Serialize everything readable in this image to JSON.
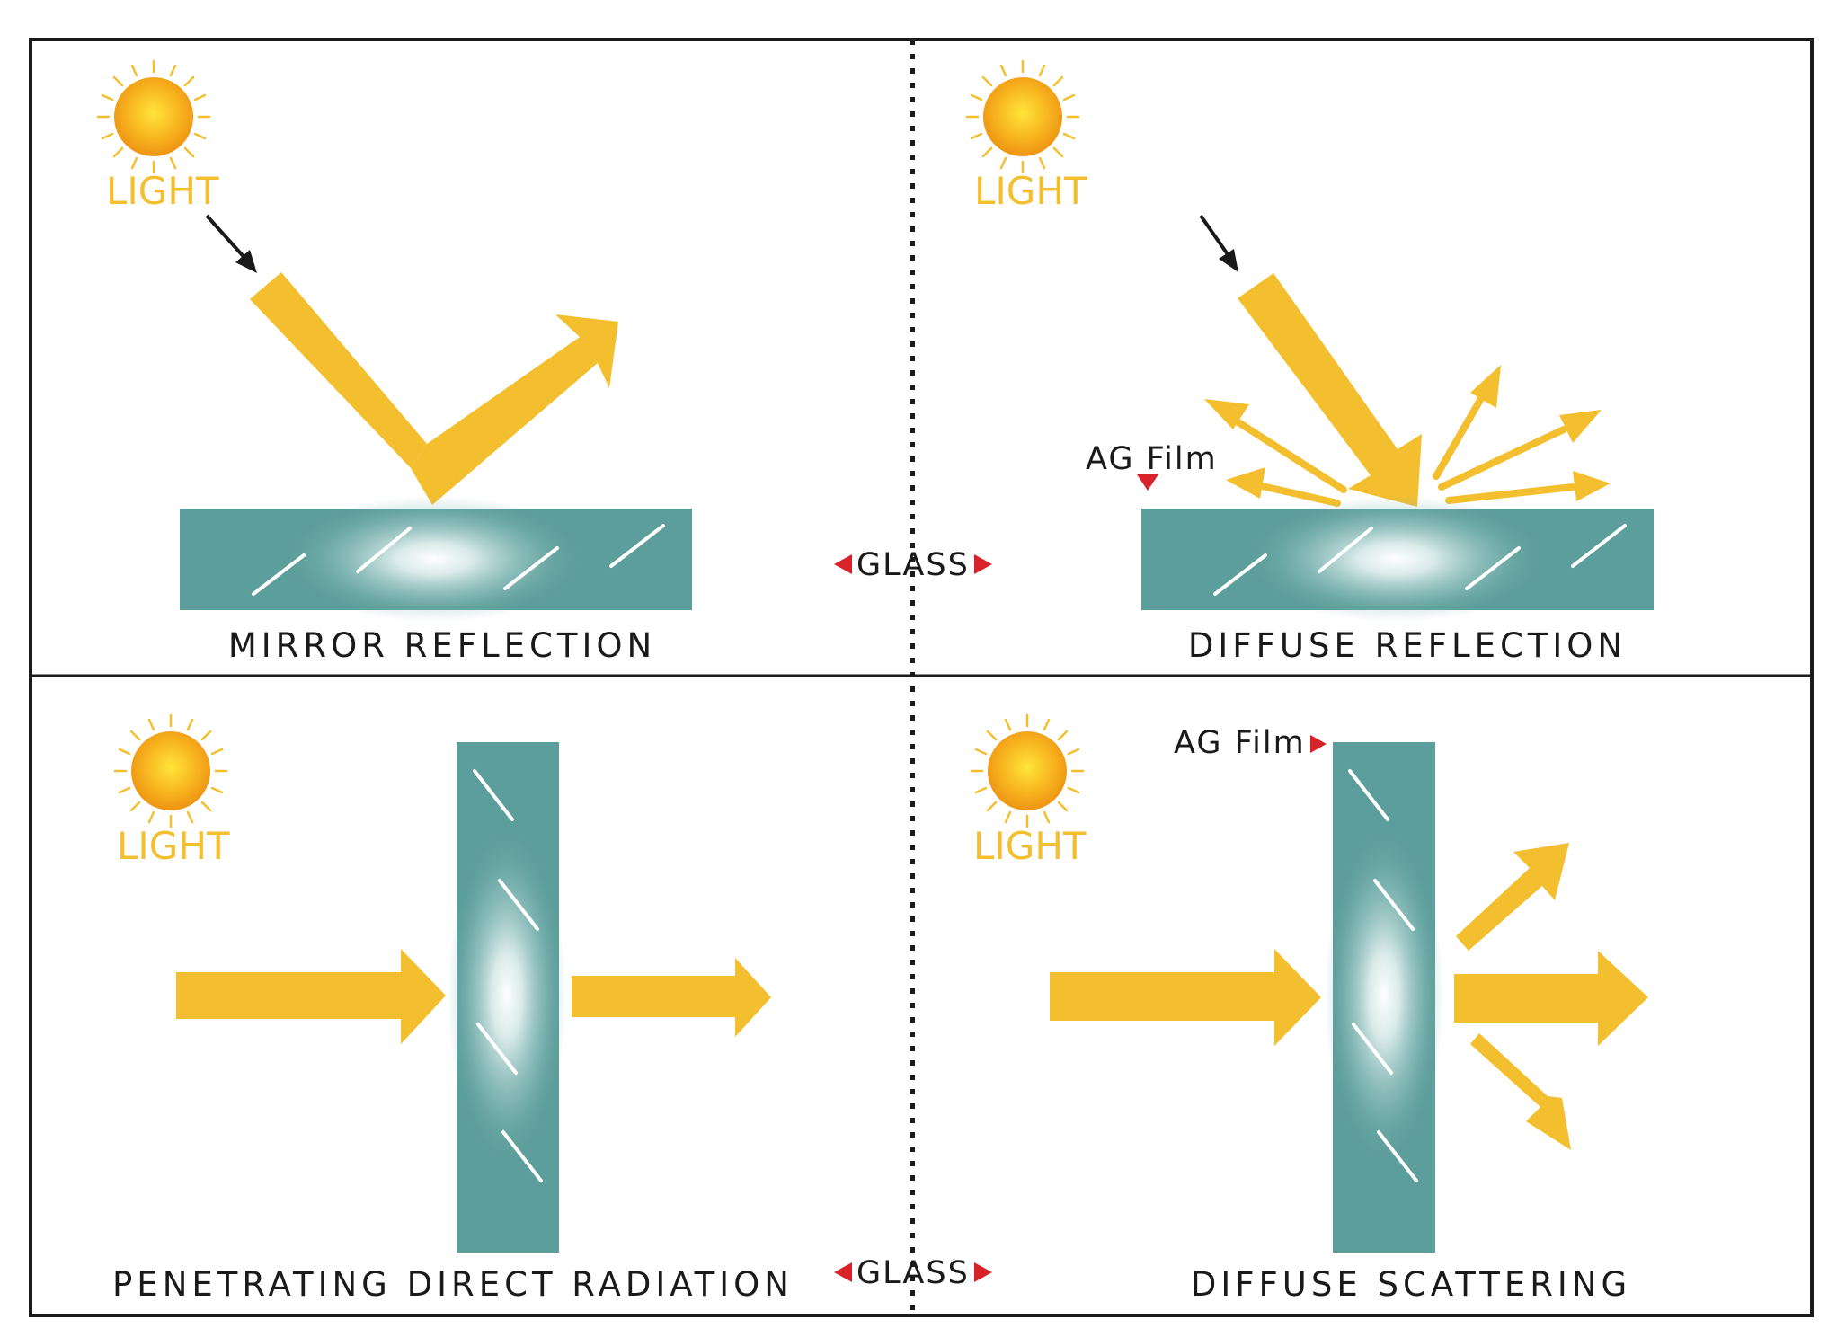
{
  "panels": {
    "top_left": {
      "light_label": "LIGHT",
      "caption": "MIRROR REFLECTION"
    },
    "top_right": {
      "light_label": "LIGHT",
      "caption": "DIFFUSE REFLECTION",
      "film_label": "AG Film"
    },
    "bottom_left": {
      "light_label": "LIGHT",
      "caption": "PENETRATING DIRECT RADIATION"
    },
    "bottom_right": {
      "light_label": "LIGHT",
      "caption": "DIFFUSE SCATTERING",
      "film_label": "AG Film"
    }
  },
  "glass_labels": {
    "top": "GLASS",
    "bottom": "GLASS"
  },
  "colors": {
    "beam": "#f3bf2f",
    "glass": "#5c9e9b",
    "sun_center": "#ffd92e",
    "sun_edge": "#f09a14",
    "marker": "#d9232b",
    "border": "#1a1a1a"
  },
  "icons": [
    "sun-icon",
    "arrow-icon",
    "marker-triangle-icon"
  ]
}
